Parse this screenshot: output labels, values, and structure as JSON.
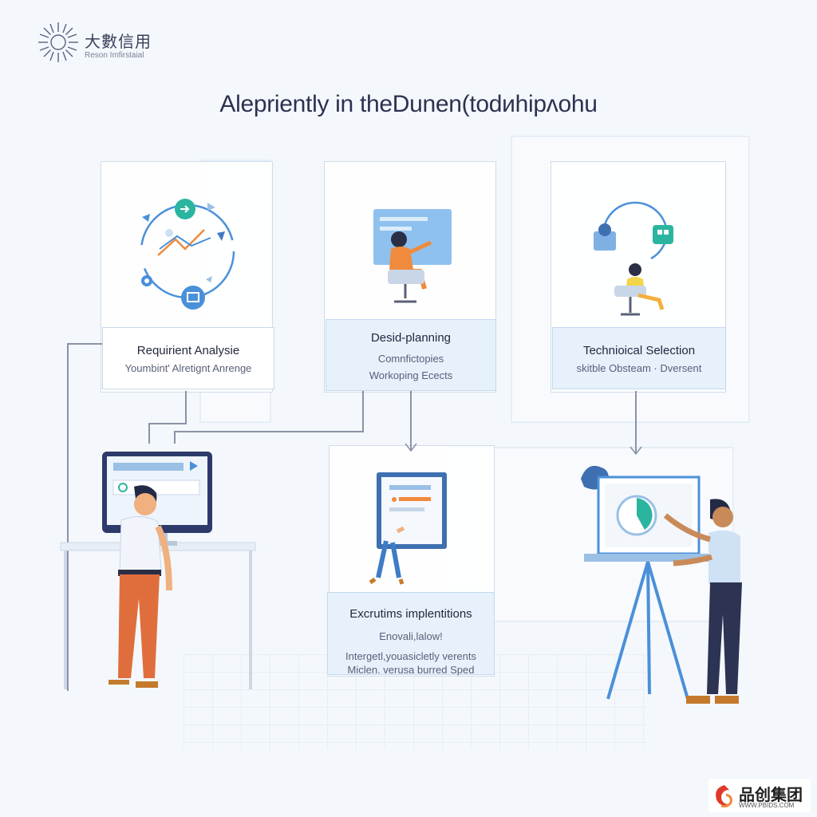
{
  "logo": {
    "cn_text": "大數信用",
    "en_text": "Reson Imfirstaial"
  },
  "title": "Alepriently in theDunen(todᴎhipᴧohu",
  "steps": [
    {
      "title": "Requirient Analysie",
      "subtitle": "Youmbint' Alretignt Anrenge"
    },
    {
      "title": "Desid-planning",
      "subtitle": "Comnfictopies",
      "subtitle2": "Workoping Ecects"
    },
    {
      "title": "Technioical Selection",
      "subtitle": "skitble Obsteam · Dversent"
    },
    {
      "title": "Excrutims implentitions",
      "subtitle": "Enovali,lalow!",
      "subtitle2": "Intergetl,youasicletly verents",
      "subtitle3": "Miclen. verusa burred Sped"
    }
  ],
  "watermark": {
    "cn_text": "品创集团",
    "en_text": "WWW.PBIDS.COM"
  },
  "colors": {
    "accent_blue": "#4a90d9",
    "accent_teal": "#2bb5a0",
    "accent_orange": "#f08a3c",
    "brand_red": "#e0392b"
  }
}
